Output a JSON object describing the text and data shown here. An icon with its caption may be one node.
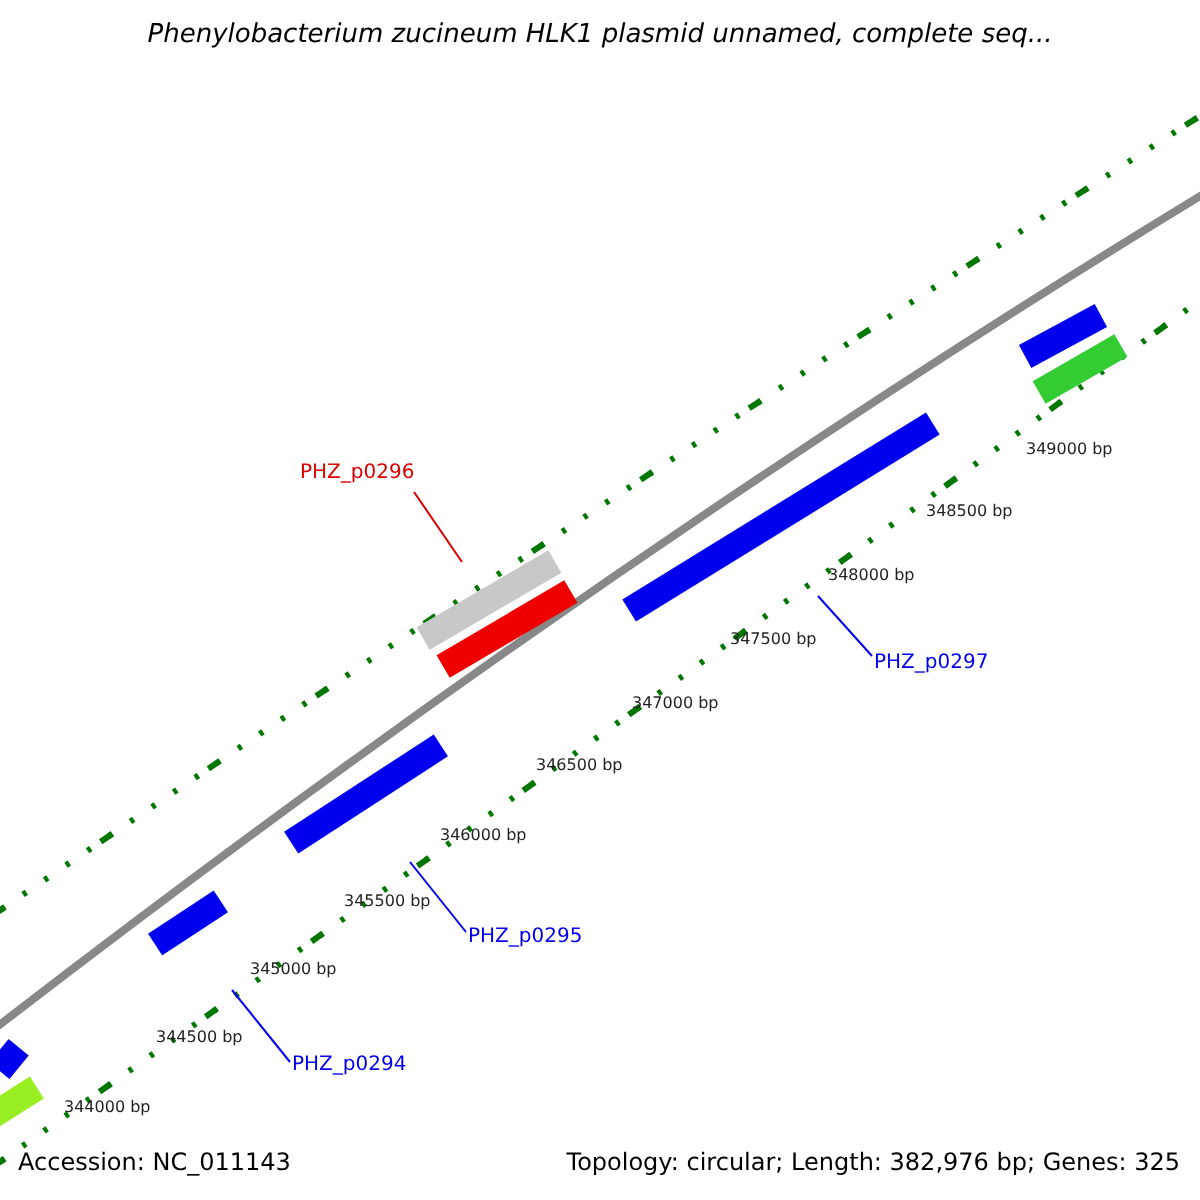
{
  "diagram": {
    "title": "Phenylobacterium zucineum HLK1 plasmid unnamed, complete seq...",
    "nodes": [
      {
        "text": [
          "PHZ_p0296"
        ]
      },
      {
        "text": [
          "PHZ_p0297"
        ]
      },
      {
        "text": [
          "PHZ_p0295"
        ]
      },
      {
        "text": [
          "PHZ_p0294"
        ]
      }
    ],
    "edges": [
      {
        "from": 0,
        "to": null,
        "arrow": "none",
        "color": "#dd0000"
      },
      {
        "from": 1,
        "to": null,
        "arrow": "none"
      },
      {
        "from": 2,
        "to": null,
        "arrow": "none"
      },
      {
        "from": 3,
        "to": null,
        "arrow": "none"
      }
    ],
    "labels": [
      "349000 bp",
      "348500 bp",
      "348000 bp",
      "347500 bp",
      "347000 bp",
      "346500 bp",
      "346000 bp",
      "345500 bp",
      "345000 bp",
      "344500 bp",
      "344000 bp",
      "Accession: NC_011143",
      "Topology: circular; Length: 382,976 bp; Genes: 325"
    ]
  }
}
